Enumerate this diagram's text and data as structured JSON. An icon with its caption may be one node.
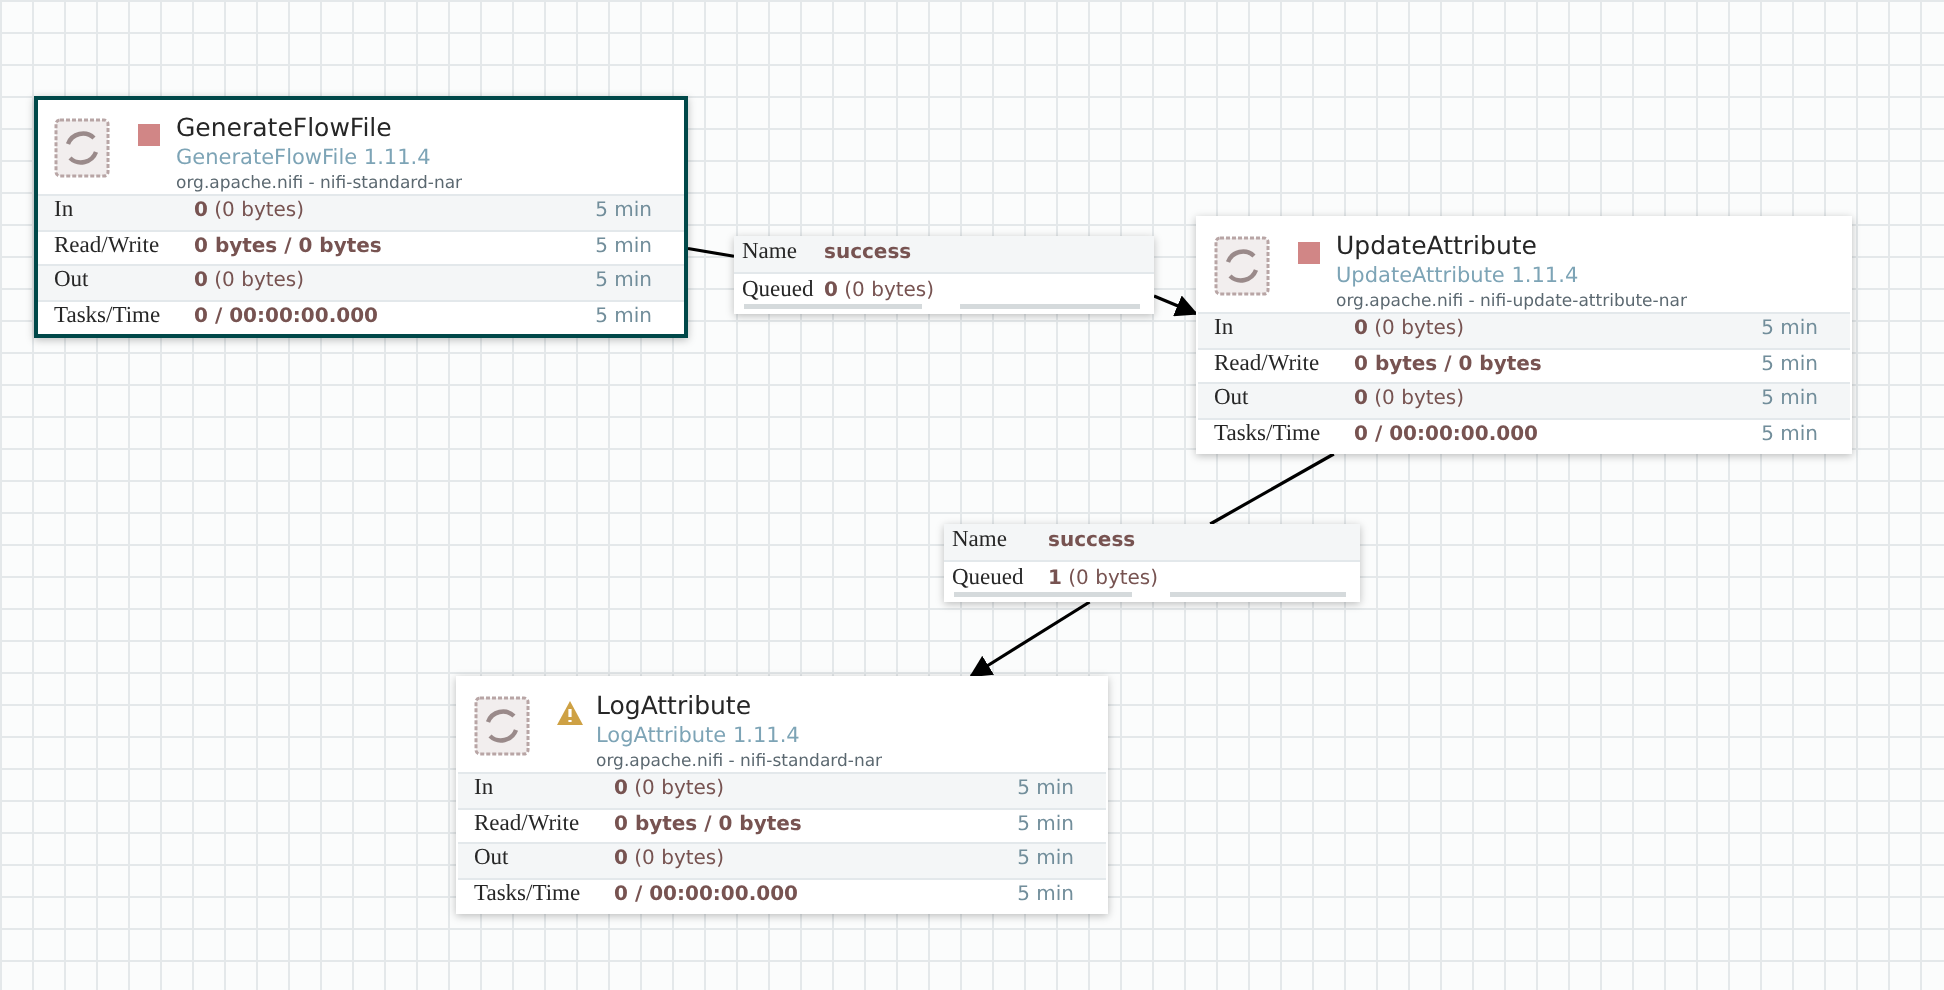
{
  "diagram": {
    "nodes": [
      {
        "text": [
          "GenerateFlowFile",
          "GenerateFlowFile 1.11.4",
          "org.apache.nifi - nifi-standard-nar",
          "In",
          "**0** (0 bytes)",
          "5 min",
          "Read/Write",
          "**0 bytes / 0 bytes**",
          "5 min",
          "Out",
          "**0** (0 bytes)",
          "5 min",
          "Tasks/Time",
          "**0 / 00:00:00.000**",
          "5 min"
        ]
      },
      {
        "text": [
          "Name",
          "success",
          "Queued",
          "**0** (0 bytes)"
        ]
      },
      {
        "text": [
          "UpdateAttribute",
          "UpdateAttribute 1.11.4",
          "org.apache.nifi - nifi-update-attribute-nar",
          "In",
          "**0** (0 bytes)",
          "5 min",
          "Read/Write",
          "**0 bytes / 0 bytes**",
          "5 min",
          "Out",
          "**0** (0 bytes)",
          "5 min",
          "Tasks/Time",
          "**0 / 00:00:00.000**",
          "5 min"
        ]
      },
      {
        "text": [
          "Name",
          "success",
          "Queued",
          "**1** (0 bytes)"
        ]
      },
      {
        "text": [
          "LogAttribute",
          "LogAttribute 1.11.4",
          "org.apache.nifi - nifi-standard-nar",
          "In",
          "**0** (0 bytes)",
          "5 min",
          "Read/Write",
          "**0 bytes / 0 bytes**",
          "5 min",
          "Out",
          "**0** (0 bytes)",
          "5 min",
          "Tasks/Time",
          "**0 / 00:00:00.000**",
          "5 min"
        ]
      }
    ],
    "edges": [
      {
        "from": 0,
        "to": 1,
        "arrow": "none"
      },
      {
        "from": 1,
        "to": 2,
        "arrow": "to"
      },
      {
        "from": 2,
        "to": 3,
        "arrow": "none"
      },
      {
        "from": 3,
        "to": 4,
        "arrow": "to"
      }
    ]
  }
}
